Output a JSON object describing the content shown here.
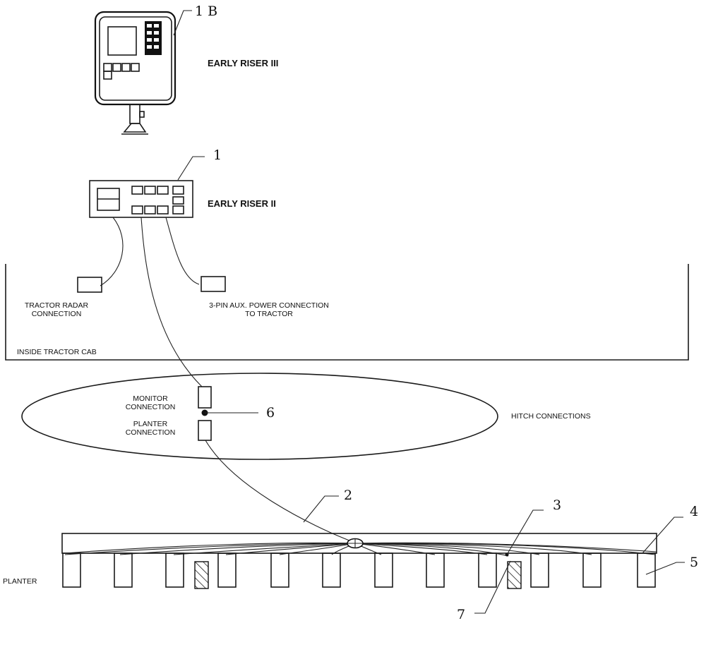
{
  "ref_labels": {
    "monitor_iii": "1 B",
    "monitor_ii": "1",
    "cable": "2",
    "sensor": "3",
    "frame": "4",
    "row_unit": "5",
    "hitch_point": "6",
    "hatched_unit": "7"
  },
  "monitors": {
    "early_riser_iii": "EARLY RISER III",
    "early_riser_ii": "EARLY RISER II"
  },
  "cab": {
    "label": "INSIDE TRACTOR CAB",
    "radar_line1": "TRACTOR RADAR",
    "radar_line2": "CONNECTION",
    "aux_line1": "3-PIN AUX. POWER CONNECTION",
    "aux_line2": "TO TRACTOR"
  },
  "hitch": {
    "label": "HITCH CONNECTIONS",
    "monitor_line1": "MONITOR",
    "monitor_line2": "CONNECTION",
    "planter_line1": "PLANTER",
    "planter_line2": "CONNECTION"
  },
  "planter": {
    "label": "PLANTER"
  }
}
